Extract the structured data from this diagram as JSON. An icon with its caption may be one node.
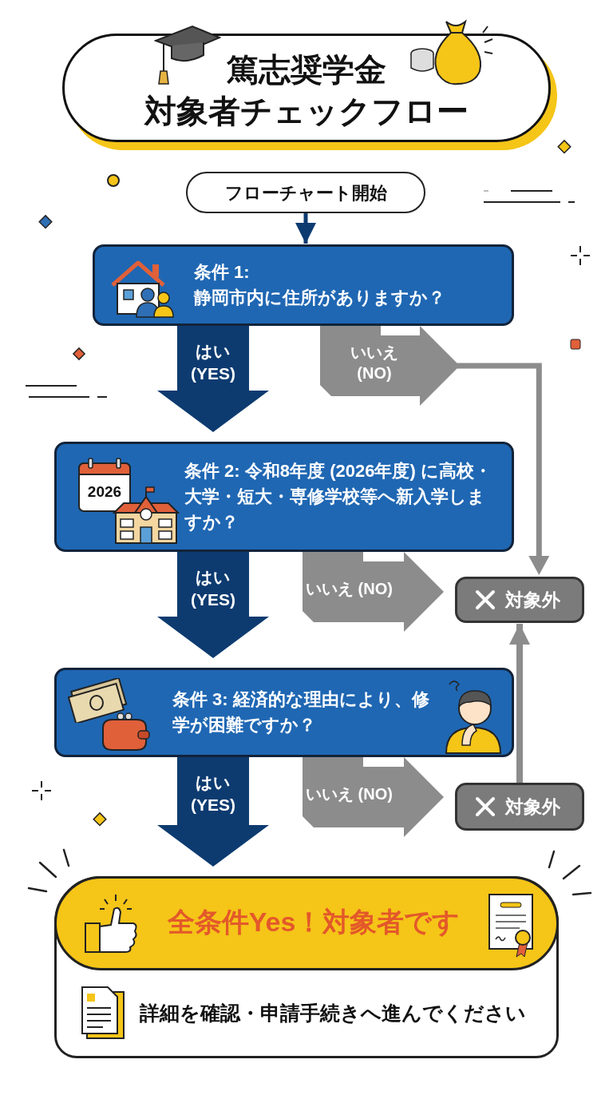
{
  "diagram": {
    "title": "篤志奨学金対象者チェックフロー",
    "nodes": [
      {
        "text": [
          "フローチャート開始"
        ]
      },
      {
        "text": [
          "条件 1:",
          "静岡市内に住所がありますか？"
        ]
      },
      {
        "text": [
          "条件 2: 令和8年度 (2026年度) に高校・大学・短大・専修学校等へ新入学しますか？"
        ]
      },
      {
        "text": [
          "条件 3: 経済的な理由により、修学が困難ですか？"
        ]
      },
      {
        "text": [
          "対象外"
        ]
      },
      {
        "text": [
          "対象外"
        ]
      },
      {
        "text": [
          "全条件Yes！対象者です",
          "詳細を確認・申請手続きへ進んでください"
        ]
      }
    ],
    "edges": [
      {
        "from": 0,
        "to": 1,
        "arrow": "to",
        "color": "#0d3b70"
      },
      {
        "from": 1,
        "to": 2,
        "arrow": "to",
        "label": "はい (YES)",
        "style": "thick",
        "color": "#0d3b70"
      },
      {
        "from": 1,
        "to": 4,
        "arrow": "to",
        "label": "いいえ (NO)",
        "style": "thick",
        "color": "#8c8c8c"
      },
      {
        "from": 2,
        "to": 3,
        "arrow": "to",
        "label": "はい (YES)",
        "style": "thick",
        "color": "#0d3b70"
      },
      {
        "from": 2,
        "to": 4,
        "arrow": "to",
        "label": "いいえ (NO)",
        "style": "thick",
        "color": "#8c8c8c"
      },
      {
        "from": 3,
        "to": 6,
        "arrow": "to",
        "label": "はい (YES)",
        "style": "thick",
        "color": "#0d3b70"
      },
      {
        "from": 3,
        "to": 5,
        "arrow": "to",
        "label": "いいえ (NO)",
        "style": "thick",
        "color": "#8c8c8c"
      },
      {
        "from": 5,
        "to": 4,
        "arrow": "to",
        "color": "#8c8c8c"
      }
    ],
    "labels": [
      "2026"
    ]
  }
}
